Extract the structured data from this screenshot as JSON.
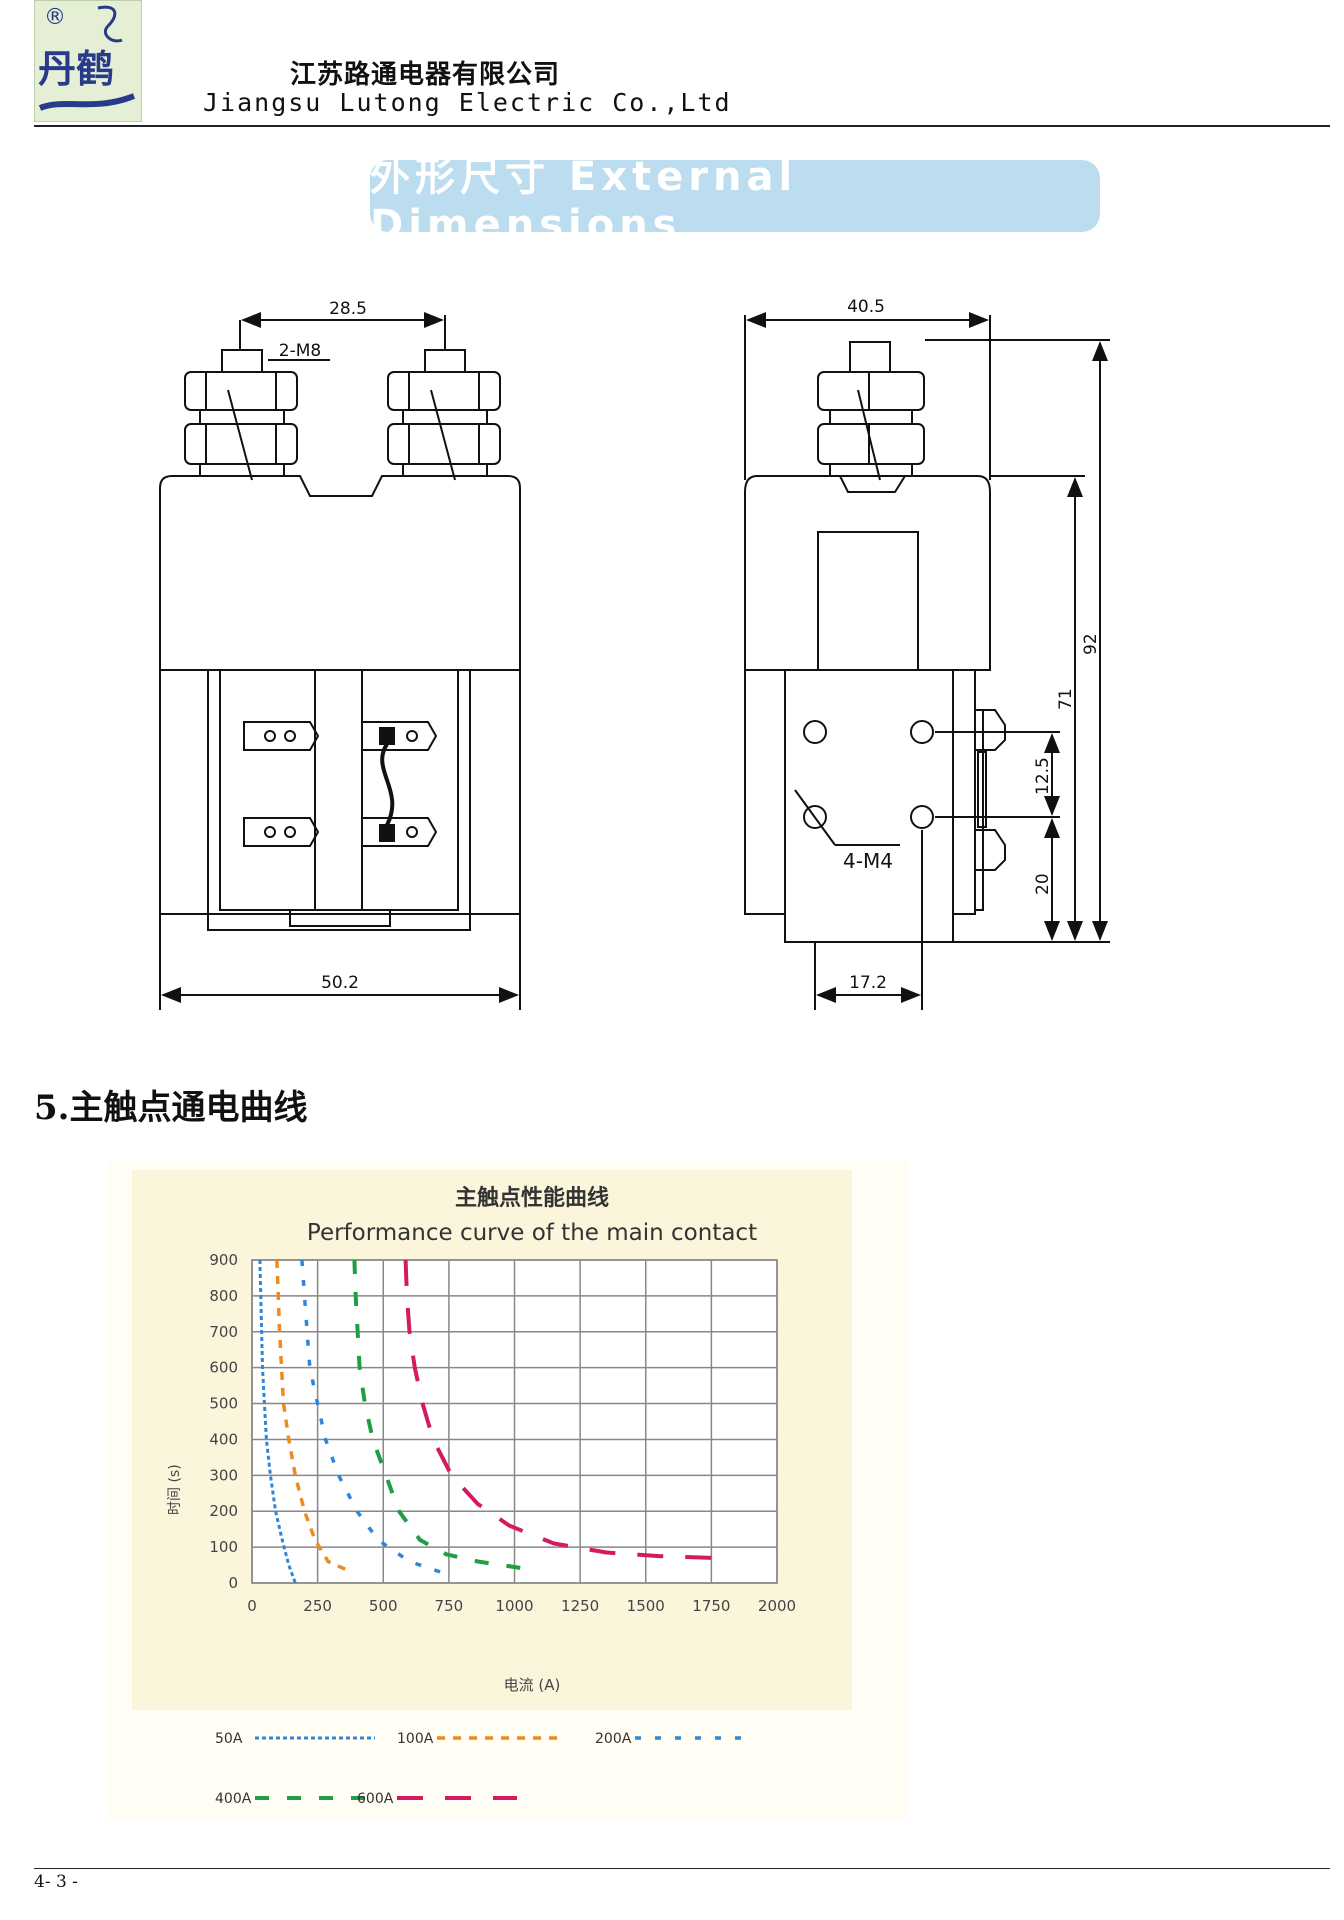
{
  "header": {
    "logo_mark": "®",
    "logo_text": "丹鹤",
    "company_cn": "江苏路通电器有限公司",
    "company_en": "Jiangsu Lutong Electric Co.,Ltd"
  },
  "section_banner": "外形尺寸 External Dimensions",
  "drawing_front": {
    "dim_top": "28.5",
    "thread_label": "2-M8",
    "dim_bottom": "50.2"
  },
  "drawing_side": {
    "dim_top": "40.5",
    "dim_total": "92",
    "dim_body": "71",
    "dim_spacing": "12.5",
    "dim_base": "20",
    "hole_label": "4-M4",
    "dim_bottom": "17.2"
  },
  "section5_heading": "5.主触点通电曲线",
  "chart_data": {
    "type": "line",
    "title_cn": "主触点性能曲线",
    "title": "Performance curve of the main contact",
    "ylabel": "时间 (s)",
    "xlabel": "电流 (A)",
    "xlim": [
      0,
      2000
    ],
    "ylim": [
      0,
      900
    ],
    "x_ticks": [
      0,
      250,
      500,
      750,
      1000,
      1250,
      1500,
      1750,
      2000
    ],
    "y_ticks": [
      0,
      100,
      200,
      300,
      400,
      500,
      600,
      700,
      800,
      900
    ],
    "legend_position": "bottom",
    "series": [
      {
        "name": "50A",
        "color": "#2f86d9",
        "x": [
          30,
          40,
          55,
          70,
          90,
          115,
          140,
          165
        ],
        "y": [
          900,
          600,
          400,
          300,
          200,
          120,
          50,
          0
        ]
      },
      {
        "name": "100A",
        "color": "#ef8a22",
        "x": [
          95,
          105,
          120,
          140,
          165,
          200,
          240,
          290,
          380
        ],
        "y": [
          900,
          700,
          500,
          400,
          300,
          200,
          120,
          60,
          30
        ]
      },
      {
        "name": "200A",
        "color": "#2f86d9",
        "x": [
          190,
          200,
          220,
          250,
          280,
          330,
          400,
          480,
          600,
          720
        ],
        "y": [
          900,
          800,
          600,
          500,
          400,
          300,
          200,
          120,
          60,
          30
        ]
      },
      {
        "name": "400A",
        "color": "#1e9e46",
        "x": [
          390,
          395,
          410,
          430,
          460,
          510,
          560,
          640,
          740,
          860,
          1040
        ],
        "y": [
          900,
          800,
          600,
          500,
          400,
          300,
          200,
          120,
          80,
          60,
          40
        ]
      },
      {
        "name": "600A",
        "color": "#d61a62",
        "x": [
          585,
          590,
          600,
          620,
          650,
          690,
          760,
          860,
          980,
          1150,
          1350,
          1550,
          1750
        ],
        "y": [
          900,
          800,
          700,
          600,
          500,
          400,
          300,
          220,
          160,
          110,
          85,
          75,
          70
        ]
      }
    ]
  },
  "footer": {
    "page_number": "4- 3 -"
  }
}
